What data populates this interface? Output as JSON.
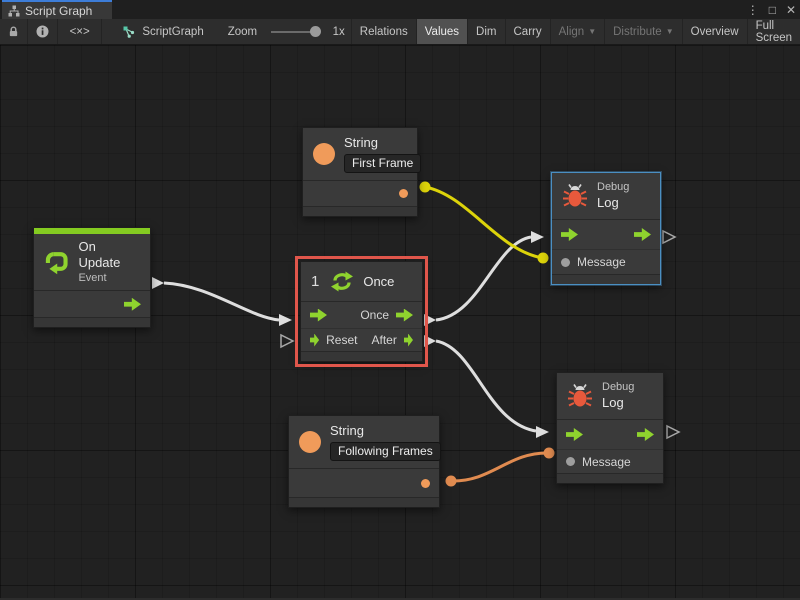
{
  "window": {
    "tab": {
      "title": "Script Graph"
    },
    "controls": {
      "menu": "⋮",
      "maximize": "□",
      "close": "✕"
    }
  },
  "toolbar": {
    "code_button": "<×>",
    "graph_name": "ScriptGraph",
    "zoom": {
      "label": "Zoom",
      "value": "1x"
    },
    "buttons": [
      {
        "label": "Relations",
        "state": "normal"
      },
      {
        "label": "Values",
        "state": "active"
      },
      {
        "label": "Dim",
        "state": "normal"
      },
      {
        "label": "Carry",
        "state": "normal"
      },
      {
        "label": "Align",
        "state": "disabled",
        "dropdown": "▼"
      },
      {
        "label": "Distribute",
        "state": "disabled",
        "dropdown": "▼"
      },
      {
        "label": "Overview",
        "state": "normal"
      },
      {
        "label": "Full Screen",
        "state": "normal"
      }
    ]
  },
  "graph": {
    "nodes": {
      "string_first": {
        "title": "String",
        "value": "First Frame"
      },
      "on_update": {
        "title": "On Update",
        "subtitle": "Event"
      },
      "once": {
        "badge": "1",
        "title": "Once",
        "port_out_1": "Once",
        "port_in_2": "Reset",
        "port_out_2": "After"
      },
      "debug_log_top": {
        "category": "Debug",
        "title": "Log",
        "port_message": "Message"
      },
      "debug_log_bottom": {
        "category": "Debug",
        "title": "Log",
        "port_message": "Message"
      },
      "string_following": {
        "title": "String",
        "value": "Following Frames"
      }
    }
  },
  "colors": {
    "accent_green": "#8fd32e",
    "node_orange": "#f09b5a",
    "bug_red": "#e8593c",
    "selection_red": "#e0564b",
    "selection_blue": "#4b8fc2",
    "wire_yellow": "#dcd30a",
    "wire_orange": "#e08b50",
    "wire_white": "#dedede"
  }
}
